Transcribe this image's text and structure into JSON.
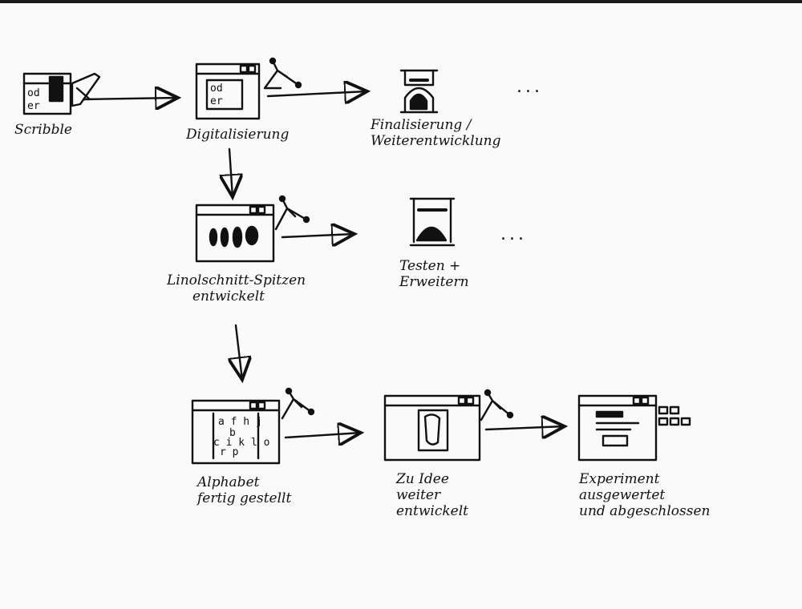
{
  "nodes": {
    "scribble": {
      "label": "Scribble"
    },
    "digitalisierung": {
      "label": "Digitalisierung"
    },
    "finalisierung": {
      "line1": "Finalisierung /",
      "line2": "Weiterentwicklung"
    },
    "linolschnitt": {
      "line1": "Linolschnitt-Spitzen",
      "line2": "entwickelt"
    },
    "testen": {
      "line1": "Testen +",
      "line2": "Erweitern"
    },
    "alphabet": {
      "line1": "Alphabet",
      "line2": "fertig gestellt"
    },
    "idee": {
      "line1": "Zu Idee",
      "line2": "weiter",
      "line3": "entwickelt"
    },
    "experiment": {
      "line1": "Experiment",
      "line2": "ausgewertet",
      "line3": "und abgeschlossen"
    }
  },
  "glyphs": {
    "screen_text_1": "od",
    "screen_text_2": "er",
    "alphabet_rows": [
      "a f h j",
      "b",
      "c i k l o",
      "r p"
    ]
  },
  "continuation": "..."
}
